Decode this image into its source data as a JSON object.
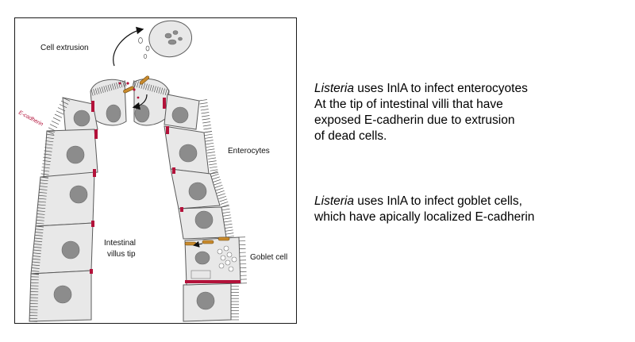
{
  "figure": {
    "labels": {
      "cell_extrusion": "Cell extrusion",
      "e_cadherin": "E-cadherin",
      "enterocytes": "Enterocytes",
      "villus_tip_line1": "Intestinal",
      "villus_tip_line2": "villus tip",
      "goblet_cell": "Goblet cell"
    }
  },
  "captions": [
    {
      "organism": "Listeria",
      "line1_rest": " uses InlA to infect enterocyotes",
      "line2": "At the tip of intestinal villi that have",
      "line3": "exposed E-cadherin due to extrusion",
      "line4": "of dead cells."
    },
    {
      "organism": "Listeria",
      "line1_rest": " uses InlA to infect goblet cells,",
      "line2": "which have apically localized E-cadherin"
    }
  ],
  "colors": {
    "e_cadherin": "#b3123a",
    "bacteria": "#c98a2c",
    "cell_fill": "#e8e8e8",
    "nucleus": "#8c8c8c"
  }
}
